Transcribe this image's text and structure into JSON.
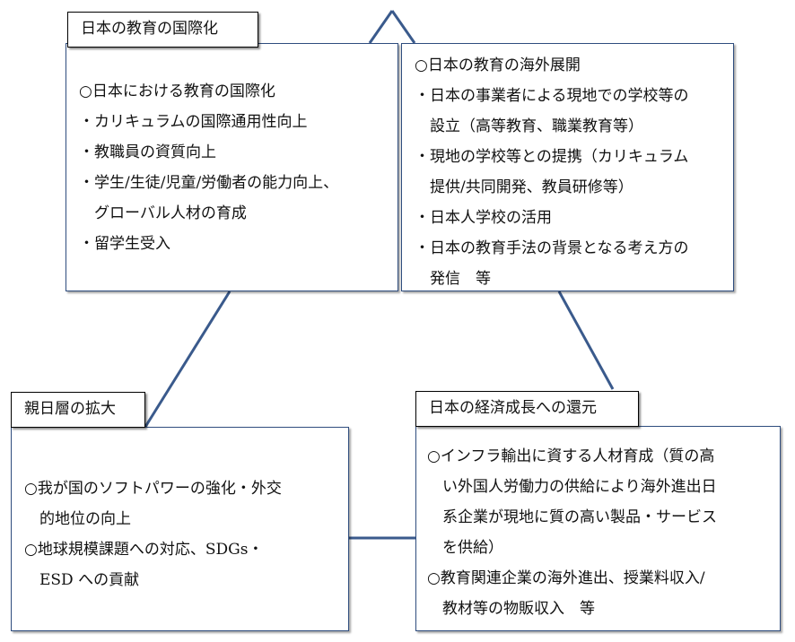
{
  "colors": {
    "connector": "#3a5a8c",
    "box_border": "#2f4d7e",
    "title_border": "#000000"
  },
  "internationalization": {
    "title": "日本の教育の国際化",
    "lines": [
      "○日本における教育の国際化",
      "・カリキュラムの国際通用性向上",
      "・教職員の資質向上",
      "・学生/生徒/児童/労働者の能力向上、",
      "　グローバル人材の育成",
      "・留学生受入"
    ]
  },
  "overseas": {
    "lines": [
      "○日本の教育の海外展開",
      "・日本の事業者による現地での学校等の",
      "　設立（高等教育、職業教育等）",
      "・現地の学校等との提携（カリキュラム",
      "　提供/共同開発、教員研修等）",
      "・日本人学校の活用",
      "・日本の教育手法の背景となる考え方の",
      "　発信　等"
    ]
  },
  "affinity": {
    "title": "親日層の拡大",
    "lines": [
      "○我が国のソフトパワーの強化・外交",
      "　的地位の向上",
      "○地球規模課題への対応、SDGs・",
      "　ESD への貢献"
    ]
  },
  "economy": {
    "title": "日本の経済成長への還元",
    "lines": [
      "○インフラ輸出に資する人材育成（質の高",
      "　い外国人労働力の供給により海外進出日",
      "　系企業が現地に質の高い製品・サービス",
      "　を供給）",
      "○教育関連企業の海外進出、授業料収入/",
      "　教材等の物販収入　等"
    ]
  }
}
